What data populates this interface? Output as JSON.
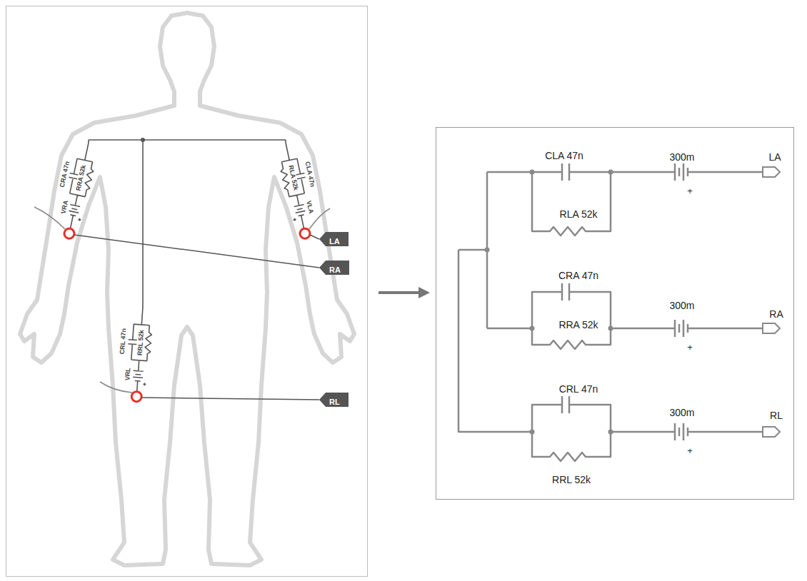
{
  "diagram": {
    "nodes": [
      {
        "text": [
          "LA"
        ]
      },
      {
        "text": [
          "RA"
        ]
      },
      {
        "text": [
          "RL"
        ]
      }
    ],
    "labels": [
      "CRA 47n",
      "RRA 52k",
      "VRA",
      "RLA 52k",
      "CLA 47n",
      "VLA",
      "CRL 47n",
      "RRL 52k",
      "VRL",
      "CLA 47n",
      "300m",
      "+",
      "LA",
      "RLA 52k",
      "CRA 47n",
      "RRA 52k",
      "300m",
      "+",
      "RA",
      "CRL 47n",
      "300m",
      "+",
      "RL",
      "RRL 52k"
    ]
  }
}
